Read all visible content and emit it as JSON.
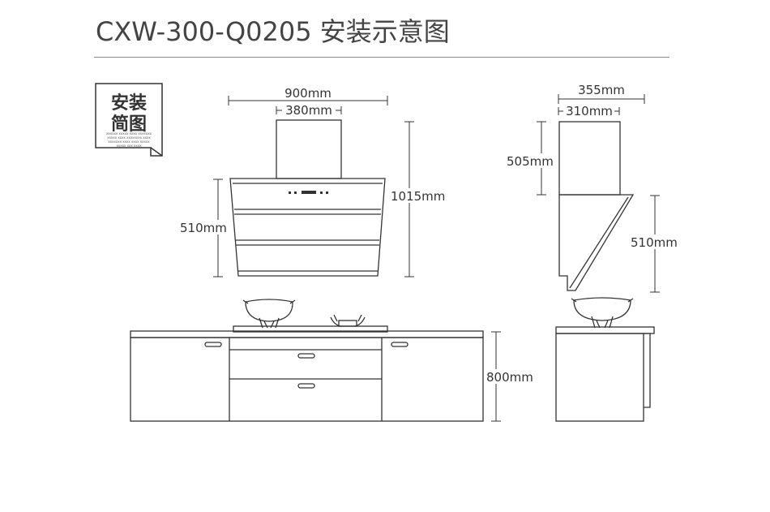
{
  "header": {
    "title": "CXW-300-Q0205 安装示意图"
  },
  "badge": {
    "line1": "安装",
    "line2": "简图",
    "fine_print_1": "xxxxxx xxxxx xxxx xxxxxxx",
    "fine_print_2": "xxxxx xxxx xxxxxxxx xxxx",
    "fine_print_3": "xxxxxxx xxxx xxxx xxxxx",
    "fine_print_4": "xxxxx xxx xxxx"
  },
  "front_view": {
    "width_total": "900mm",
    "width_top": "380mm",
    "height_total": "1015mm",
    "hood_height": "510mm",
    "cabinet_height": "800mm"
  },
  "side_view": {
    "depth_total": "355mm",
    "depth_top": "310mm",
    "chimney_height": "505mm",
    "hood_height": "510mm"
  },
  "colors": {
    "line": "#333333",
    "title": "#444444"
  }
}
